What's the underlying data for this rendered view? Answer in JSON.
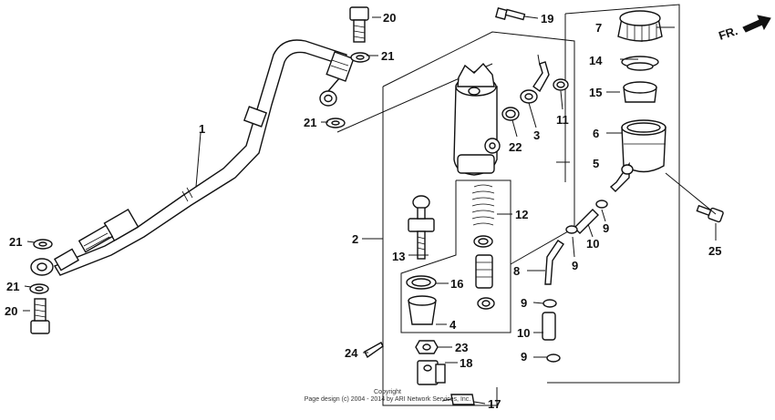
{
  "diagram": {
    "direction_label": "FR.",
    "copyright_line1": "Copyright",
    "copyright_line2": "Page design (c) 2004 - 2014 by ARI Network Services, Inc.",
    "callouts": [
      {
        "id": "c1",
        "text": "1"
      },
      {
        "id": "c2",
        "text": "2"
      },
      {
        "id": "c3",
        "text": "3"
      },
      {
        "id": "c4",
        "text": "4"
      },
      {
        "id": "c5",
        "text": "5"
      },
      {
        "id": "c6",
        "text": "6"
      },
      {
        "id": "c7",
        "text": "7"
      },
      {
        "id": "c8",
        "text": "8"
      },
      {
        "id": "c9a",
        "text": "9"
      },
      {
        "id": "c9b",
        "text": "9"
      },
      {
        "id": "c9c",
        "text": "9"
      },
      {
        "id": "c9d",
        "text": "9"
      },
      {
        "id": "c10a",
        "text": "10"
      },
      {
        "id": "c10b",
        "text": "10"
      },
      {
        "id": "c11",
        "text": "11"
      },
      {
        "id": "c12",
        "text": "12"
      },
      {
        "id": "c13",
        "text": "13"
      },
      {
        "id": "c14",
        "text": "14"
      },
      {
        "id": "c15",
        "text": "15"
      },
      {
        "id": "c16",
        "text": "16"
      },
      {
        "id": "c17",
        "text": "17"
      },
      {
        "id": "c18",
        "text": "18"
      },
      {
        "id": "c19",
        "text": "19"
      },
      {
        "id": "c20a",
        "text": "20"
      },
      {
        "id": "c20b",
        "text": "20"
      },
      {
        "id": "c21a",
        "text": "21"
      },
      {
        "id": "c21b",
        "text": "21"
      },
      {
        "id": "c21c",
        "text": "21"
      },
      {
        "id": "c21d",
        "text": "21"
      },
      {
        "id": "c22",
        "text": "22"
      },
      {
        "id": "c23",
        "text": "23"
      },
      {
        "id": "c24",
        "text": "24"
      },
      {
        "id": "c25",
        "text": "25"
      }
    ]
  }
}
